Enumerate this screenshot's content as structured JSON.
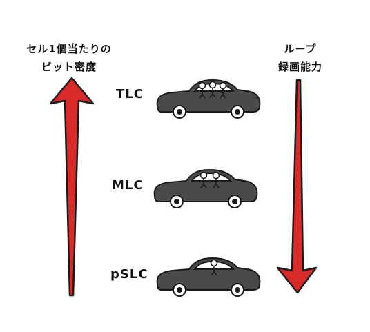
{
  "left_heading": {
    "line1": "セル1個当たりの",
    "line2": "ビット密度"
  },
  "right_heading": {
    "line1": "ループ",
    "line2": "録画能力"
  },
  "tiers": [
    {
      "label": "TLC",
      "passengers": 3
    },
    {
      "label": "MLC",
      "passengers": 2
    },
    {
      "label": "pSLC",
      "passengers": 1
    }
  ],
  "colors": {
    "arrow_fill": "#d92a2a",
    "arrow_outline": "#1a1a1a",
    "car_body": "#4a4a4a",
    "outline": "#1a1a1a"
  }
}
